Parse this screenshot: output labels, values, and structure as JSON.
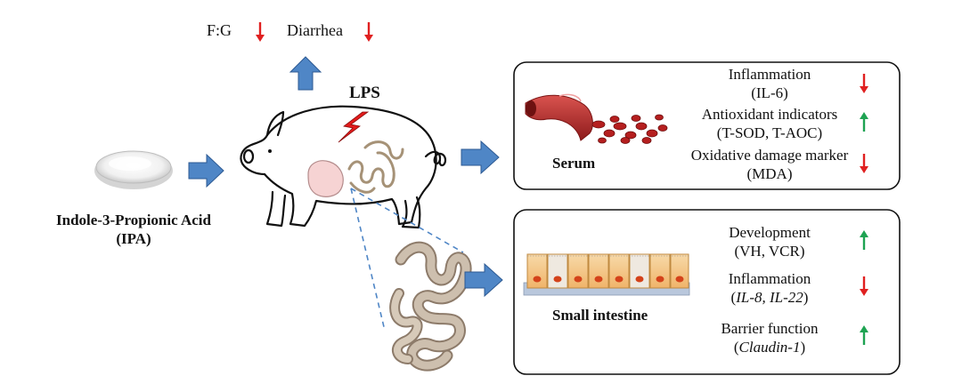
{
  "top_effects": [
    {
      "label": "F:G",
      "direction": "down"
    },
    {
      "label": "Diarrhea",
      "direction": "down"
    }
  ],
  "challenge": {
    "label": "LPS"
  },
  "compound": {
    "name": "Indole-3-Propionic Acid",
    "abbreviation": "(IPA)"
  },
  "serum_panel": {
    "title": "Serum",
    "items": [
      {
        "name": "Inflammation",
        "detail": "(IL-6)",
        "direction": "down"
      },
      {
        "name": "Antioxidant indicators",
        "detail": "(T-SOD, T-AOC)",
        "direction": "up"
      },
      {
        "name": "Oxidative damage marker",
        "detail": "(MDA)",
        "direction": "down"
      }
    ]
  },
  "intestine_panel": {
    "title": "Small intestine",
    "items": [
      {
        "name": "Development",
        "detail": "(VH, VCR)",
        "direction": "up"
      },
      {
        "name": "Inflammation",
        "detail_open": "(",
        "detail_italic": "IL-8, IL-22",
        "detail_close": ")",
        "direction": "down"
      },
      {
        "name": "Barrier function",
        "detail_open": "(",
        "detail_italic": "Claudin-1",
        "detail_close": ")",
        "direction": "up"
      }
    ]
  },
  "colors": {
    "flow_arrow": "#4f86c6",
    "up_arrow": "#1ea352",
    "down_arrow": "#e02020",
    "lightning": "#e31b1b"
  }
}
